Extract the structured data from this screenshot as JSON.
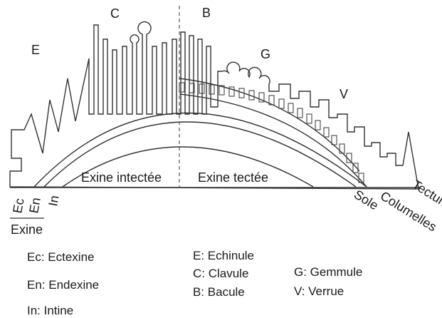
{
  "letters": {
    "E": "E",
    "C": "C",
    "B": "B",
    "G": "G",
    "V": "V"
  },
  "regions": {
    "intectee": "Exine intectée",
    "tectee": "Exine tectée"
  },
  "layers": {
    "ec": "Ec",
    "en": "En",
    "in": "In",
    "exine": "Exine",
    "sole": "Sole",
    "columelles": "Columelles",
    "tectum": "Tectum"
  },
  "legend": {
    "col1": [
      "Ec: Ectexine",
      "En: Endexine",
      "In: Intine"
    ],
    "col2": [
      "E: Echinule",
      "C: Clavule",
      "B: Bacule"
    ],
    "col3": [
      "G: Gemmule",
      "V: Verrue"
    ]
  }
}
